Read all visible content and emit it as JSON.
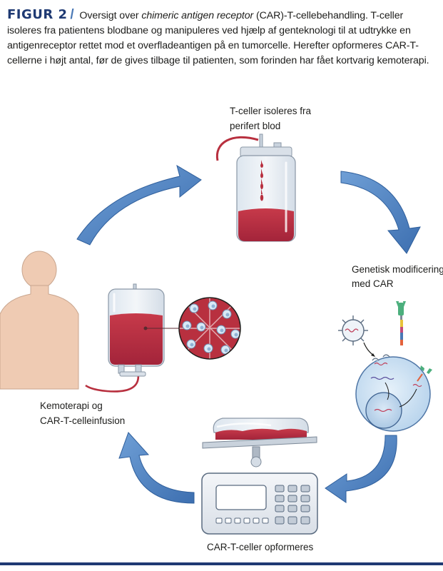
{
  "caption": {
    "figure_label": "FIGUR 2",
    "slash": "/",
    "text_before_italic": "Oversigt over ",
    "italic": "chimeric antigen receptor",
    "text_after_italic": " (CAR)-T-cellebehandling. T-celler isoleres fra patientens blodbane og manipuleres ved hjælp af genteknologi til at udtrykke en antigenreceptor rettet mod et overfladeantigen på en tumorcelle. Herefter opformeres CAR-T-cellerne i højt antal, før de gives tilbage til patienten, som forinden har fået kortvarig kemoterapi."
  },
  "steps": {
    "isolation_line1": "T-celler isoleres fra",
    "isolation_line2": "perifert blod",
    "modification_line1": "Genetisk modificering",
    "modification_line2": "med CAR",
    "expansion": "CAR-T-celler opformeres",
    "infusion_line1": "Kemoterapi og",
    "infusion_line2": "CAR-T-celleinfusion"
  },
  "colors": {
    "arrow": "#4a7fc1",
    "arrow_dark": "#2f5f9c",
    "blood": "#b8303f",
    "skin": "#efcbb3",
    "cell": "#cfe3f4",
    "device": "#eef2f7",
    "accent": "#1f3a73"
  }
}
